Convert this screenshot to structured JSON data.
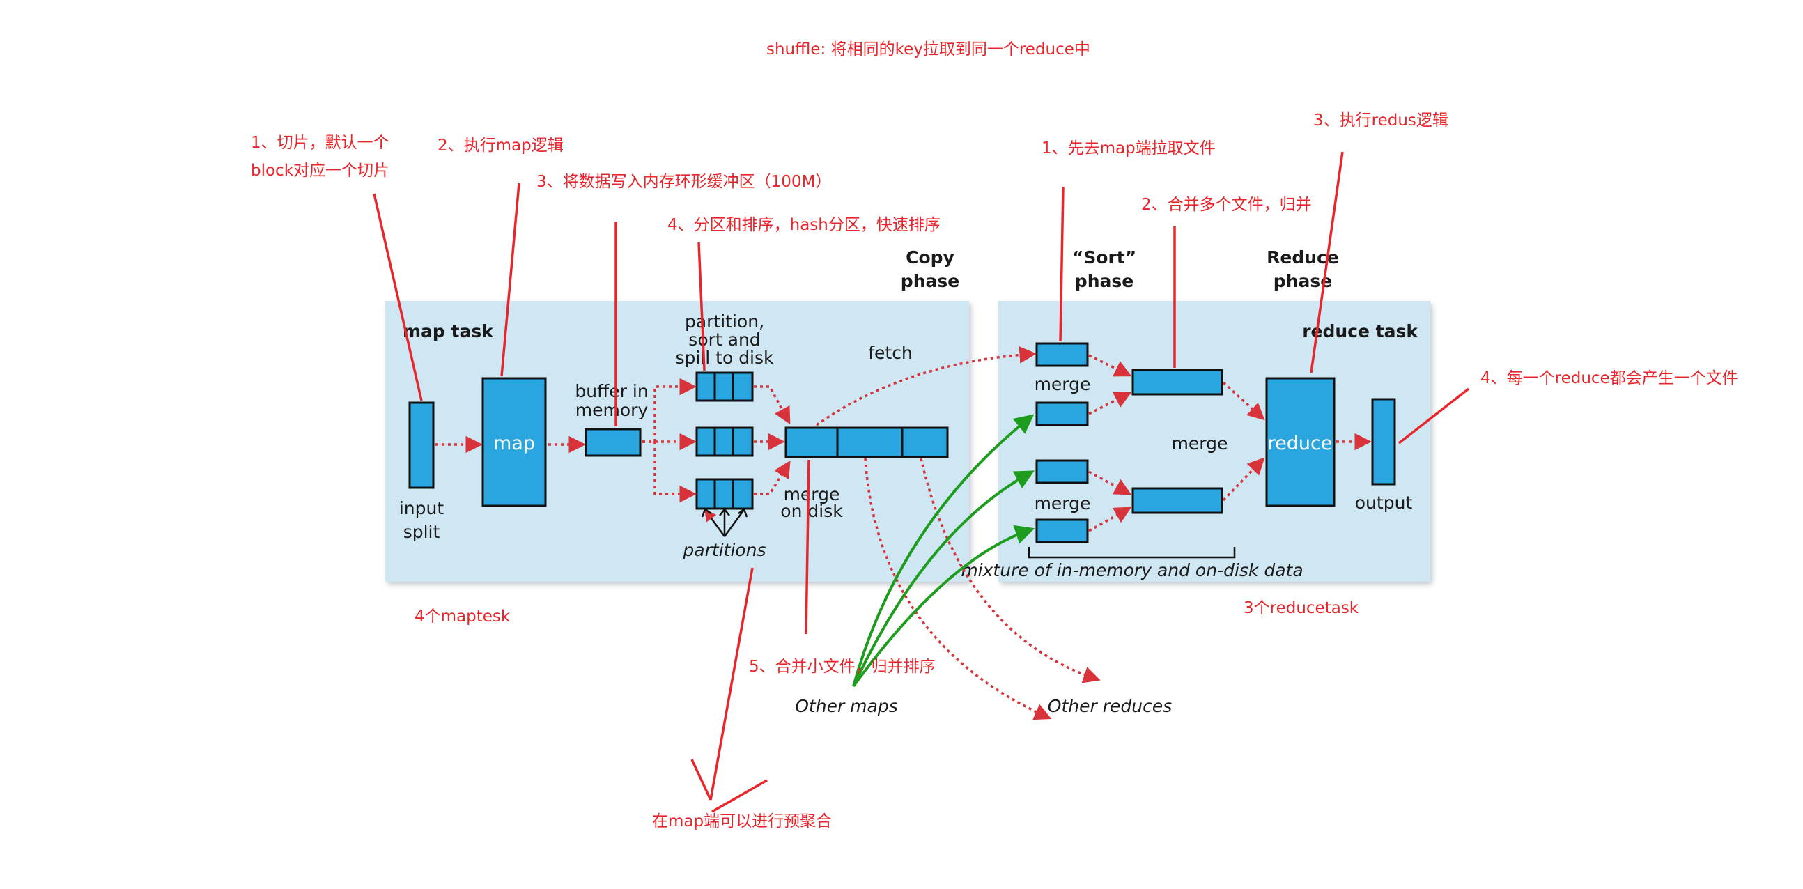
{
  "title": "shuffle:  将相同的key拉取到同一个reduce中",
  "panels": {
    "map_task": "map task",
    "reduce_task": "reduce task"
  },
  "phases": {
    "copy": [
      "Copy",
      "phase"
    ],
    "sort": [
      "“Sort”",
      "phase"
    ],
    "reduce": [
      "Reduce",
      "phase"
    ]
  },
  "diagram_labels": {
    "input_split": [
      "input",
      "split"
    ],
    "map": "map",
    "buffer_in_memory": [
      "buffer in",
      "memory"
    ],
    "partition_sort_spill": [
      "partition,",
      "sort and",
      "spill to disk"
    ],
    "partitions": "partitions",
    "merge_on_disk": [
      "merge",
      "on disk"
    ],
    "fetch": "fetch",
    "merge_top": "merge",
    "merge_bottom": "merge",
    "merge_mid": "merge",
    "reduce": "reduce",
    "output": "output",
    "mixture": "mixture of in-memory and on-disk data",
    "other_maps": "Other maps",
    "other_reduces": "Other reduces"
  },
  "annotations": {
    "map_1": [
      "1、切片，默认一个",
      "block对应一个切片"
    ],
    "map_2": "2、执行map逻辑",
    "map_3": "3、将数据写入内存环形缓冲区（100M）",
    "map_4": "4、分区和排序，hash分区，快速排序",
    "map_5": "5、合并小文件，归并排序",
    "map_count": "4个maptesk",
    "map_combine": "在map端可以进行预聚合",
    "reduce_1": "1、先去map端拉取文件",
    "reduce_2": "2、合并多个文件，归并",
    "reduce_3": "3、执行redus逻辑",
    "reduce_4": "4、每一个reduce都会产生一个文件",
    "reduce_count": "3个reducetask"
  },
  "colors": {
    "annotation": "#e8252b",
    "panel": "#cfe6f3",
    "box": "#29a6e0",
    "arrow_red": "#d8333a",
    "arrow_green": "#1d9c1d"
  }
}
